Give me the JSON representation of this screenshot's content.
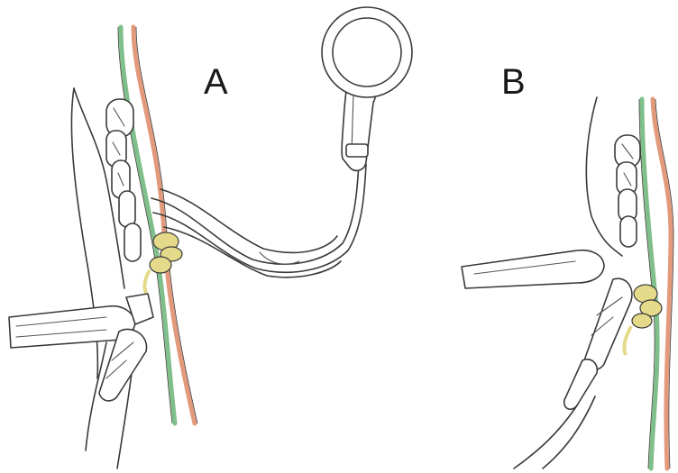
{
  "panels": [
    {
      "id": "A",
      "label": "A"
    },
    {
      "id": "B",
      "label": "B"
    }
  ],
  "colors": {
    "rope_green": "#7fbf8a",
    "rope_orange": "#e39a7c",
    "knot_yellow": "#e5d98a",
    "outline": "#3a3a3a",
    "background": "#ffffff"
  }
}
